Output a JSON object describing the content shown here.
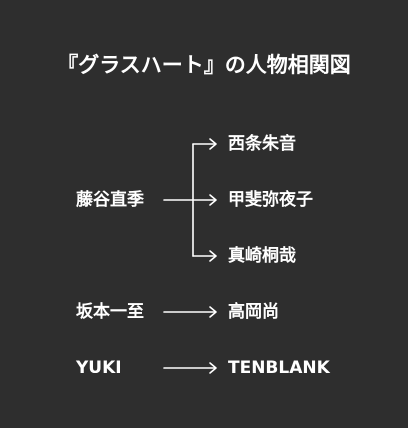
{
  "title": "『グラスハート』の人物相関図",
  "relations": {
    "group1": {
      "source": "藤谷直季",
      "targets": [
        "西条朱音",
        "甲斐弥夜子",
        "真崎桐哉"
      ]
    },
    "group2": {
      "source": "坂本一至",
      "target": "高岡尚"
    },
    "group3": {
      "source": "YUKI",
      "target": "TENBLANK"
    }
  },
  "colors": {
    "background": "#2e2e2e",
    "text": "#ffffff",
    "line": "#ffffff"
  }
}
